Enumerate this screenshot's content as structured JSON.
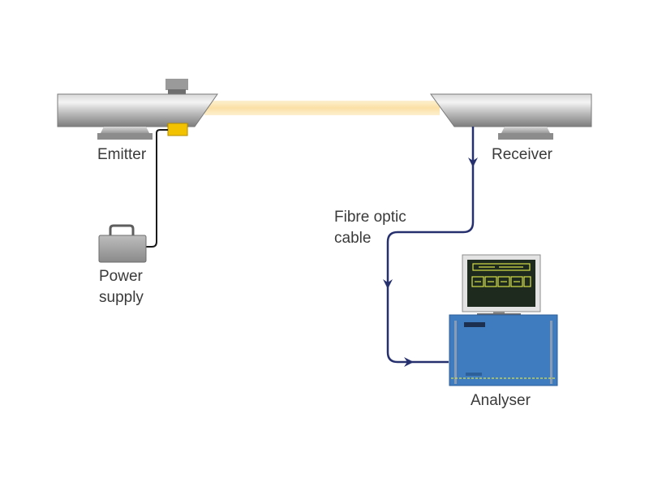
{
  "labels": {
    "emitter": "Emitter",
    "receiver": "Receiver",
    "fibre_line1": "Fibre optic",
    "fibre_line2": "cable",
    "power_line1": "Power",
    "power_line2": "supply",
    "analyser": "Analyser"
  },
  "colors": {
    "beam": "#fbe3b0",
    "cable_fibre": "#27306e",
    "cable_power": "#1a1a1a",
    "connector": "#f2c200",
    "analyser_body": "#3e7bbf",
    "screen_bg": "#1e2a1e",
    "screen_graphics": "#d6e04a",
    "pipe_light": "#eaeaea",
    "pipe_dark": "#8c8c8c"
  },
  "icons": [
    "emitter-pipe",
    "receiver-pipe",
    "light-beam",
    "power-supply-case",
    "analyser-cabinet",
    "monitor",
    "arrow-down-icon",
    "arrow-right-icon"
  ]
}
